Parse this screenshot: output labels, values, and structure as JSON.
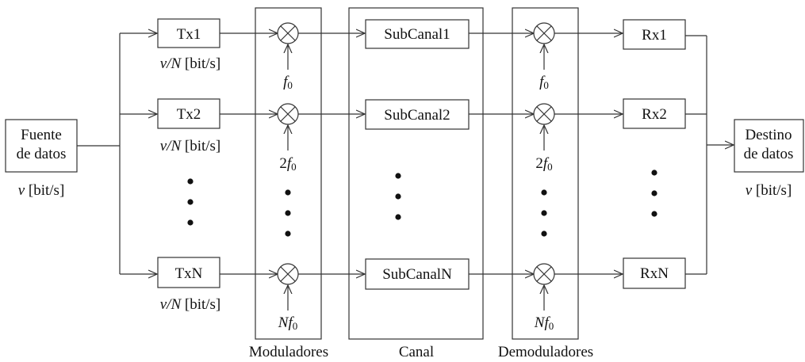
{
  "source": {
    "line1": "Fuente",
    "line2": "de datos",
    "rate_var": "v",
    "rate_unit": "[bit/s]"
  },
  "dest": {
    "line1": "Destino",
    "line2": "de datos",
    "rate_var": "v",
    "rate_unit": "[bit/s]"
  },
  "tx": [
    "Tx1",
    "Tx2",
    "TxN"
  ],
  "tx_rate": {
    "var": "v/N",
    "unit": "[bit/s]"
  },
  "subchannels": [
    "SubCanal1",
    "SubCanal2",
    "SubCanalN"
  ],
  "rx": [
    "Rx1",
    "Rx2",
    "RxN"
  ],
  "mod_freqs": [
    {
      "coef": "",
      "f": "f",
      "sub": "0"
    },
    {
      "coef": "2",
      "f": "f",
      "sub": "0"
    },
    {
      "coef": "N",
      "f": "f",
      "sub": "0"
    }
  ],
  "demod_freqs": [
    {
      "coef": "",
      "f": "f",
      "sub": "0"
    },
    {
      "coef": "2",
      "f": "f",
      "sub": "0"
    },
    {
      "coef": "N",
      "f": "f",
      "sub": "0"
    }
  ],
  "group_labels": {
    "modulators": "Moduladores",
    "channel": "Canal",
    "demodulators": "Demoduladores"
  }
}
